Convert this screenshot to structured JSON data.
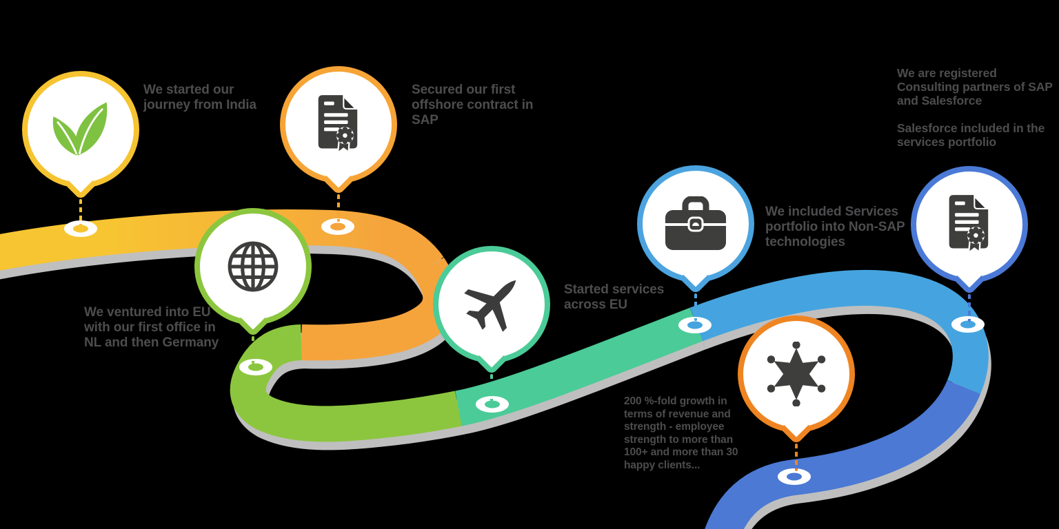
{
  "colors": {
    "background": "#000000",
    "road-yellow": "#F7C532",
    "road-orange": "#F5A43C",
    "road-green": "#8CC63E",
    "road-teal": "#4BCB97",
    "road-lightblue": "#45A4DF",
    "road-royalblue": "#4B79D4",
    "road-shadow": "#BFBFBF",
    "marker-white": "#FFFFFF",
    "icon-dark": "#3E3E3D",
    "leaf-green": "#7FC241",
    "text": "#4D4D4F",
    "balloon-yellow": "#F6C331",
    "balloon-orange": "#F6A436",
    "balloon-green": "#8CC63E",
    "balloon-teal": "#4BCB97",
    "balloon-blue": "#4BA4DF",
    "balloon-deeporange": "#EE8522",
    "balloon-royal": "#4B79D6"
  },
  "milestones": [
    {
      "id": "india",
      "icon": "leaf-icon",
      "text": "We started our\njourney from India"
    },
    {
      "id": "first-contract",
      "icon": "certificate-icon",
      "text": "Secured our first\noffshore contract in\nSAP"
    },
    {
      "id": "eu-offices",
      "icon": "globe-icon",
      "text": "We ventured into EU\nwith our first office in\nNL and then Germany"
    },
    {
      "id": "services-eu",
      "icon": "airplane-icon",
      "text": "Started services\nacross EU"
    },
    {
      "id": "non-sap",
      "icon": "briefcase-icon",
      "text": "We included Services\nportfolio into Non-SAP\ntechnologies"
    },
    {
      "id": "growth",
      "icon": "sheriff-star-icon",
      "text": "200 %-fold growth in\nterms of revenue and\nstrength -  employee\nstrength to more than\n100+ and more than 30\nhappy clients..."
    },
    {
      "id": "partners",
      "icon": "certificate-icon",
      "text": "We are registered\nConsulting partners of SAP\nand Salesforce"
    },
    {
      "id": "salesforce",
      "icon": "none",
      "text": "Salesforce included in the\nservices portfolio"
    }
  ]
}
